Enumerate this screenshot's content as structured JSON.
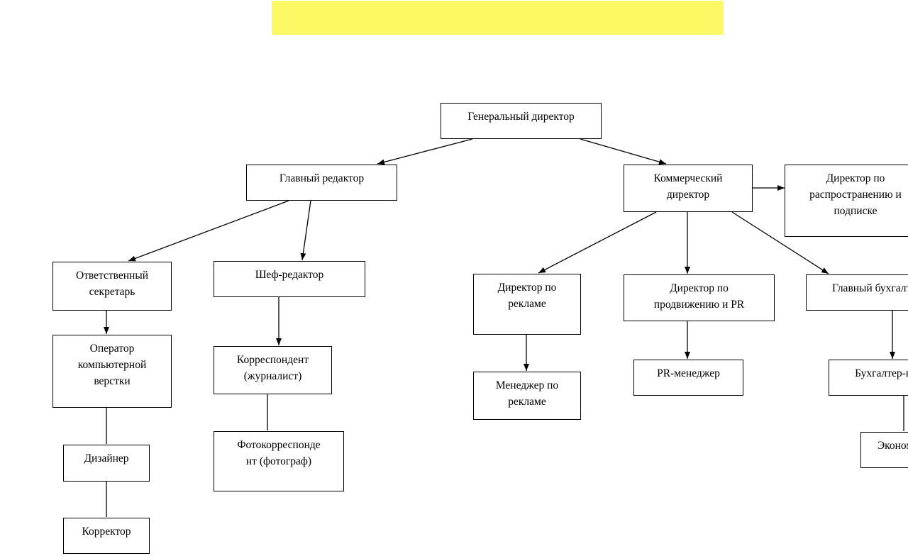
{
  "colors": {
    "banner": "#fdf965",
    "line": "#000000"
  },
  "nodes": {
    "ceo": "Генеральный директор",
    "editor_in_chief": "Главный редактор",
    "commercial_director": "Коммерческий\nдиректор",
    "distribution_director": "Директор по\nраспространению и\nподписке",
    "executive_secretary": "Ответственный\nсекретарь",
    "managing_editor": "Шеф-редактор",
    "layout_operator": "Оператор\nкомпьютерной\nверстки",
    "correspondent": "Корреспондент\n(журналист)",
    "designer": "Дизайнер",
    "photo_correspondent": "Фотокорреспонде\nнт (фотограф)",
    "proofreader": "Корректор",
    "ad_director": "Директор по\nрекламе",
    "ad_manager": "Менеджер по\nрекламе",
    "promotion_director": "Директор по\nпродвижению и PR",
    "pr_manager": "PR-менеджер",
    "chief_accountant": "Главный бухгалтер",
    "accountant": "Бухгалтер-кассир",
    "economist": "Экономист"
  }
}
